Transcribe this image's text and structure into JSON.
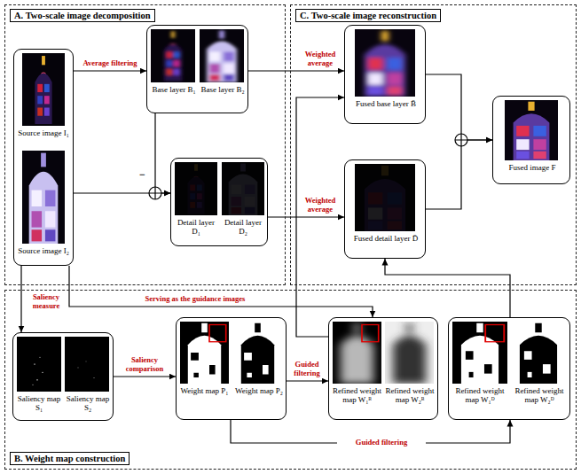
{
  "diagram": {
    "nodes": [
      {
        "text": [
          "A. Two-scale image decomposition"
        ]
      },
      {
        "text": [
          "Source image I₁",
          "Source image I₂"
        ],
        "in": 0
      },
      {
        "text": [
          "Base layer B₁",
          "Base layer B₂"
        ],
        "in": 0
      },
      {
        "text": [
          "Detail layer D₁",
          "Detail layer D₂"
        ],
        "in": 0
      },
      {
        "text": [
          "C. Two-scale image reconstruction"
        ]
      },
      {
        "text": [
          "Fused base layer B̄"
        ],
        "in": 4
      },
      {
        "text": [
          "Fused detail layer D̄"
        ],
        "in": 4
      },
      {
        "text": [
          "Fused image F"
        ],
        "in": 4
      },
      {
        "text": [
          "B. Weight map construction"
        ]
      },
      {
        "text": [
          "Saliency map S₁",
          "Saliency map S₂"
        ],
        "in": 8
      },
      {
        "text": [
          "Weight map P₁",
          "Weight map P₂"
        ],
        "in": 8
      },
      {
        "text": [
          "Refined weight map W₁ᴮ",
          "Refined weight map W₂ᴮ"
        ],
        "in": 8
      },
      {
        "text": [
          "Refined weight map W₁ᴰ",
          "Refined weight map W₂ᴰ"
        ],
        "in": 8
      }
    ],
    "edges": [
      {
        "from": 1,
        "to": 2,
        "arrow": "to",
        "label": "Average filtering"
      },
      {
        "from": 1,
        "to": 3,
        "arrow": "to"
      },
      {
        "from": 2,
        "to": 3,
        "arrow": "to"
      },
      {
        "from": 2,
        "to": 5,
        "arrow": "to",
        "label": "Weighted average"
      },
      {
        "from": 3,
        "to": 6,
        "arrow": "to",
        "label": "Weighted average"
      },
      {
        "from": 5,
        "to": 7,
        "arrow": "to"
      },
      {
        "from": 6,
        "to": 7,
        "arrow": "to"
      },
      {
        "from": 1,
        "to": 9,
        "arrow": "to",
        "label": "Saliency measure"
      },
      {
        "from": 1,
        "to": 11,
        "arrow": "to",
        "label": "Serving as the guidance images"
      },
      {
        "from": 9,
        "to": 10,
        "arrow": "to",
        "label": "Saliency comparison"
      },
      {
        "from": 10,
        "to": 11,
        "arrow": "to",
        "label": "Guided filtering"
      },
      {
        "from": 10,
        "to": 12,
        "arrow": "to",
        "label": "Guided filtering"
      },
      {
        "from": 11,
        "to": 5,
        "arrow": "to"
      },
      {
        "from": 12,
        "to": 6,
        "arrow": "to"
      }
    ],
    "labels": [
      "−"
    ]
  }
}
